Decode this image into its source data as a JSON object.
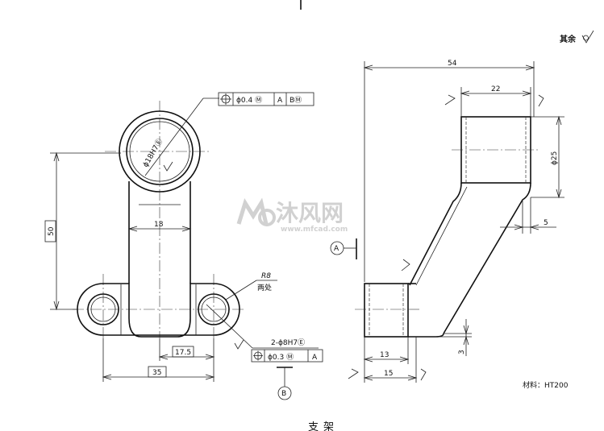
{
  "surface_note": {
    "label": "其余"
  },
  "front_view": {
    "dims": {
      "height_50": "50",
      "width_18": "18",
      "offset_17_5": "17.5",
      "span_35": "35"
    },
    "bore_label": "ϕ18H7Ⓔ",
    "radius_label": "R8",
    "radius_note": "两处",
    "holes_label": "2-ϕ8H7Ⓔ",
    "fcf_top": {
      "tol": "ϕ0.4 Ⓜ",
      "datum1": "A",
      "datum2": "BⓂ"
    },
    "fcf_bottom": {
      "tol": "ϕ0.3 Ⓜ",
      "datum1": "A"
    },
    "datum_b": "B"
  },
  "side_view": {
    "dims": {
      "width_54": "54",
      "width_22": "22",
      "dia_25": "ϕ25",
      "step_5": "5",
      "base_13": "13",
      "base_15": "15",
      "thick_3": "3"
    },
    "datum_a": "A"
  },
  "material": "材料：HT200",
  "part_title": "支架",
  "watermark": {
    "main": "沐风网",
    "url": "www.mfcad.com"
  }
}
